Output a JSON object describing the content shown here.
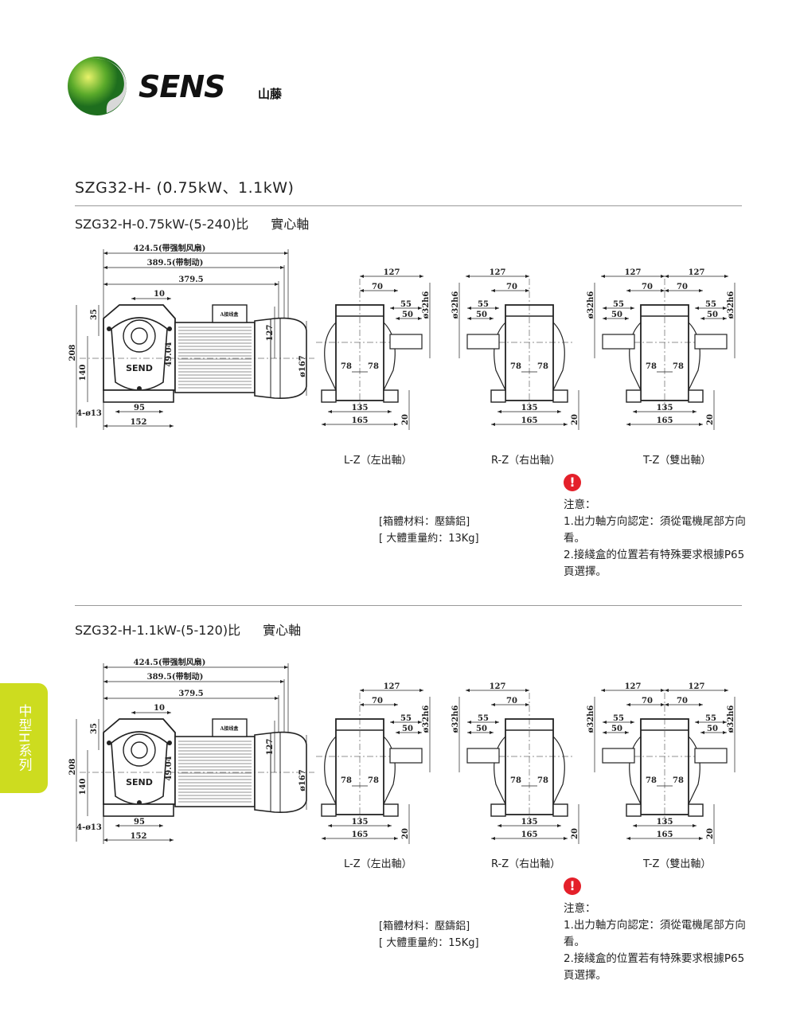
{
  "brand": {
    "name": "SENS",
    "chinese": "山藤"
  },
  "page_title": "SZG32-H- (0.75kW、1.1kW)",
  "side_tab": "中型H系列",
  "colors": {
    "accent": "#cddc1f",
    "warning": "#e4202a",
    "brand_green": "#3a9a2a"
  },
  "sections": [
    {
      "subtitle": "SZG32-H-0.75kW-(5-240)比",
      "shaft": "實心軸",
      "motor": {
        "d1": "424.5(带强制风扇)",
        "d2": "389.5(带制动)",
        "d3": "379.5",
        "d4": "10",
        "h35": "35",
        "h208": "208",
        "h140": "140",
        "h127": "127",
        "dia": "ø167",
        "off": "49.04",
        "holes": "4-ø13",
        "w95": "95",
        "w152": "152",
        "logo": "SEND",
        "box": "A接线盒"
      },
      "side": {
        "w127": "127",
        "w70": "70",
        "w55": "55",
        "w50": "50",
        "shaft_dia": "ø32h6",
        "w78": "78",
        "w135": "135",
        "w165": "165",
        "h20": "20"
      },
      "views": [
        "L-Z（左出軸）",
        "R-Z（右出軸）",
        "T-Z（雙出軸）"
      ],
      "spec": [
        "[箱體材料：壓鑄鋁]",
        "[ 大體重量約：13Kg]"
      ],
      "note_title": "注意：",
      "notes": [
        "1.出力軸方向認定：須從電機尾部方向看。",
        "2.接綫盒的位置若有特殊要求根據P65頁選擇。"
      ]
    },
    {
      "subtitle": "SZG32-H-1.1kW-(5-120)比",
      "shaft": "實心軸",
      "motor": {
        "d1": "424.5(带强制风扇)",
        "d2": "389.5(带制动)",
        "d3": "379.5",
        "d4": "10",
        "h35": "35",
        "h208": "208",
        "h140": "140",
        "h127": "127",
        "dia": "ø167",
        "off": "49.04",
        "holes": "4-ø13",
        "w95": "95",
        "w152": "152",
        "logo": "SEND",
        "box": "A接线盒"
      },
      "side": {
        "w127": "127",
        "w70": "70",
        "w55": "55",
        "w50": "50",
        "shaft_dia": "ø32h6",
        "w78": "78",
        "w135": "135",
        "w165": "165",
        "h20": "20"
      },
      "views": [
        "L-Z（左出軸）",
        "R-Z（右出軸）",
        "T-Z（雙出軸）"
      ],
      "spec": [
        "[箱體材料：壓鑄鋁]",
        "[ 大體重量約：15Kg]"
      ],
      "note_title": "注意：",
      "notes": [
        "1.出力軸方向認定：須從電機尾部方向看。",
        "2.接綫盒的位置若有特殊要求根據P65頁選擇。"
      ]
    }
  ]
}
